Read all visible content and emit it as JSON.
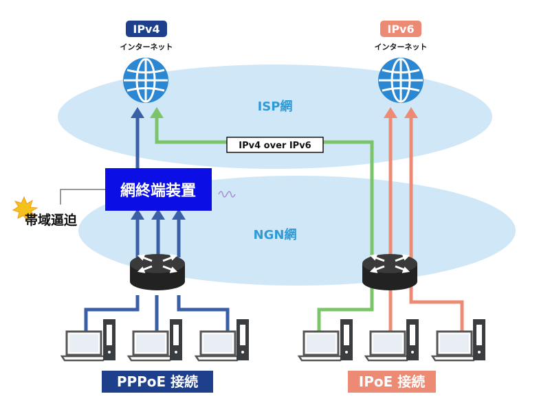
{
  "ipv4_badge": {
    "label": "IPv4",
    "sub": "インターネット",
    "color": "#1d3f8c"
  },
  "ipv6_badge": {
    "label": "IPv6",
    "sub": "インターネット",
    "color": "#ec8a74"
  },
  "isp_label": "ISP網",
  "ngn_label": "NGN網",
  "tunnel_label": "IPv4 over IPv6",
  "terminal_label": "網終端装置",
  "congestion_label": "帯域逼迫",
  "pppoe_label": "PPPoE 接続",
  "ipoe_label": "IPoE 接続",
  "colors": {
    "cloud": "#cfe7f6",
    "cloud_text": "#2f9ad6",
    "pppoe_line": "#3a5fa6",
    "ipoe_line": "#ec8a74",
    "tunnel_line": "#7cc46a",
    "terminal_bg": "#0b0fe6",
    "globe": "#2b87d1",
    "router": "#222222"
  },
  "icons": [
    "globe-icon",
    "router-icon",
    "laptop-icon",
    "tower-pc-icon",
    "burst-icon",
    "coil-icon"
  ]
}
